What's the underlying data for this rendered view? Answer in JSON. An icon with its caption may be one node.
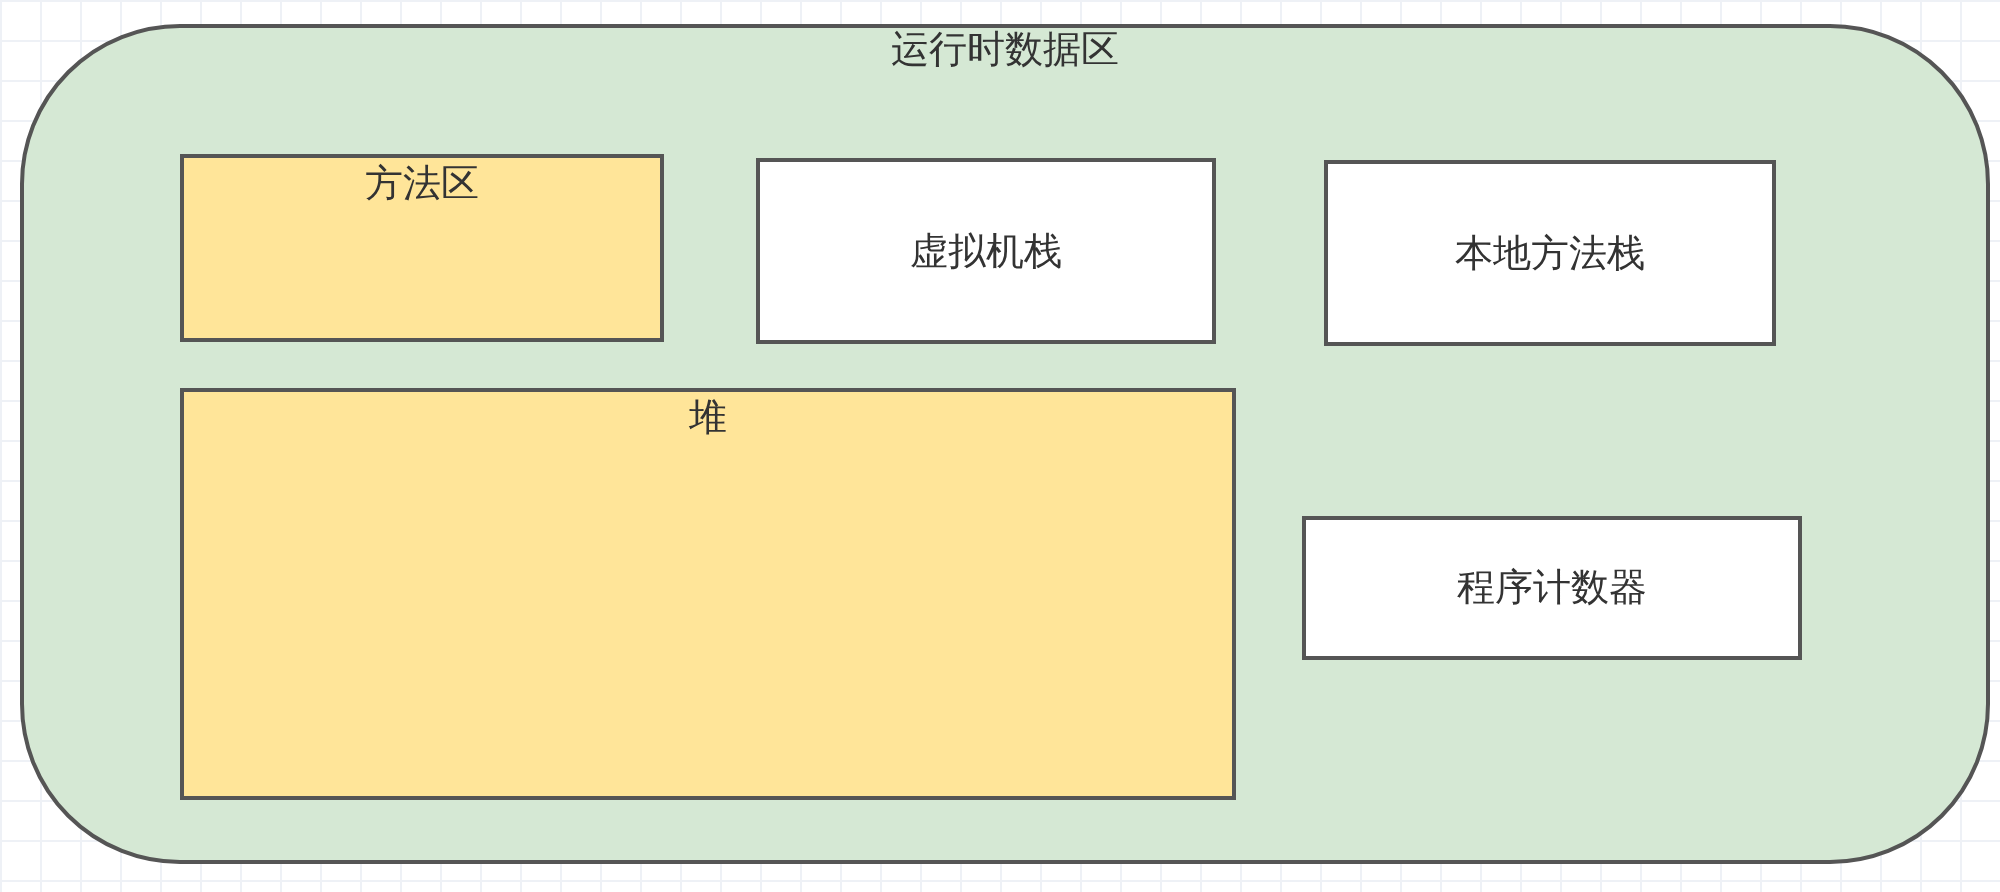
{
  "diagram": {
    "nodes": [
      {
        "text": [
          "运行时数据区"
        ]
      },
      {
        "text": [
          "方法区"
        ],
        "in": 0
      },
      {
        "text": [
          "虚拟机栈"
        ],
        "in": 0
      },
      {
        "text": [
          "本地方法栈"
        ],
        "in": 0
      },
      {
        "text": [
          "堆"
        ],
        "in": 0
      },
      {
        "text": [
          "程序计数器"
        ],
        "in": 0
      }
    ]
  }
}
